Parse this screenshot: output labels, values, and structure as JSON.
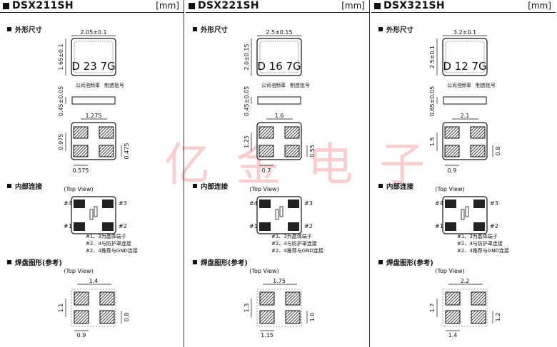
{
  "columns": [
    {
      "title": "DSX211SH",
      "unit": "[mm]",
      "sec_outline": "外形尺寸",
      "sec_conn": "内部连接",
      "sec_pad": "焊盘图形(参考)",
      "dim_width": "2.05±0.1",
      "dim_height": "1.65±0.1",
      "dim_thick": "0.45±0.05",
      "marking": "D 23 7G",
      "labels": [
        "公司名",
        "频率",
        "制造批号"
      ],
      "bottom_pitch_x": "1.275",
      "bottom_pitch_y": "0.975",
      "pad_h": "0.475",
      "pad_w": "0.575",
      "top_view": "(Top View)",
      "pins": [
        "#1",
        "#2",
        "#3",
        "#4"
      ],
      "notes": [
        "#1、3为晶体端子",
        "#2、4与防护罩连接",
        "#2、4推荐与GND连接"
      ],
      "land_width": "1.4",
      "land_height": "1.1",
      "land_pad_w": "0.9",
      "land_pad_h": "0.8"
    },
    {
      "title": "DSX221SH",
      "unit": "[mm]",
      "sec_outline": "外形尺寸",
      "sec_conn": "内部连接",
      "sec_pad": "焊盘图形(参考)",
      "dim_width": "2.5±0.15",
      "dim_height": "2.0±0.15",
      "dim_thick": "0.45±0.05",
      "marking": "D 16 7G",
      "labels": [
        "公司名",
        "频率",
        "制造批号"
      ],
      "bottom_pitch_x": "1.6",
      "bottom_pitch_y": "1.25",
      "pad_h": "0.55",
      "pad_w": "0.7",
      "top_view": "(Top View)",
      "pins": [
        "#1",
        "#2",
        "#3",
        "#4"
      ],
      "notes": [
        "#1、3为晶体端子",
        "#2、4与防护罩连接",
        "#2、4推荐与GND连接"
      ],
      "land_width": "1.75",
      "land_height": "1.3",
      "land_pad_w": "1.15",
      "land_pad_h": "1.0"
    },
    {
      "title": "DSX321SH",
      "unit": "[mm]",
      "sec_outline": "外形尺寸",
      "sec_conn": "内部连接",
      "sec_pad": "焊盘图形(参考)",
      "dim_width": "3.2±0.1",
      "dim_height": "2.5±0.1",
      "dim_thick": "0.65±0.05",
      "marking": "D 12 7G",
      "labels": [
        "公司名",
        "频率",
        "制造批号"
      ],
      "bottom_pitch_x": "2.1",
      "bottom_pitch_y": "1.5",
      "pad_h": "0.8",
      "pad_w": "0.9",
      "top_view": "(Top View)",
      "pins": [
        "#1",
        "#2",
        "#3",
        "#4"
      ],
      "notes": [
        "#1、3为晶体端子",
        "#2、4与防护罩连接",
        "#2、4推荐与GND连接"
      ],
      "land_width": "2.2",
      "land_height": "1.7",
      "land_pad_w": "1.4",
      "land_pad_h": "1.2"
    }
  ],
  "watermark": "亿金电子"
}
